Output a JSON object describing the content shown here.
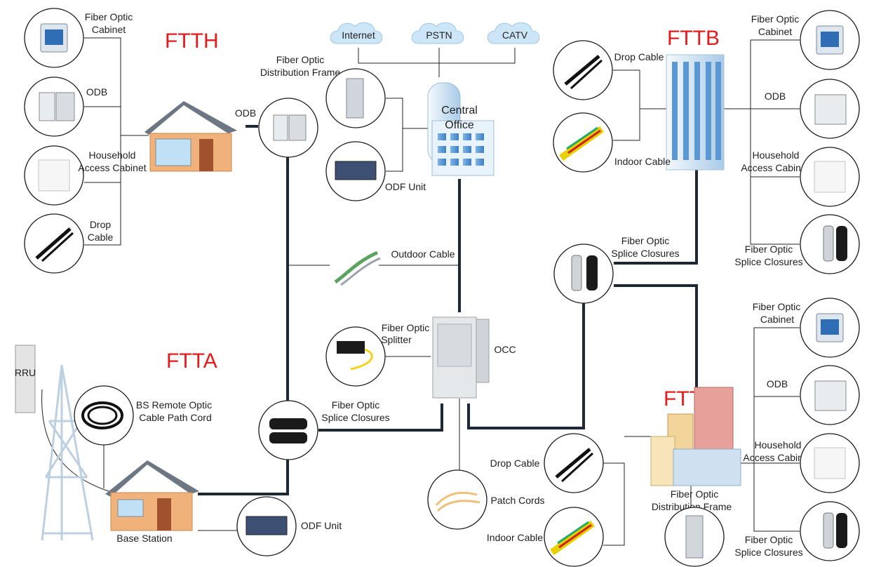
{
  "sections": {
    "ftth": "FTTH",
    "fttb": "FTTB",
    "ftta": "FTTA",
    "fttc": "FTTC"
  },
  "clouds": {
    "internet": "Internet",
    "pstn": "PSTN",
    "catv": "CATV"
  },
  "central_office": {
    "line1": "Central",
    "line2": "Office"
  },
  "ftth": {
    "cabinet": [
      "Fiber Optic",
      "Cabinet"
    ],
    "odb": "ODB",
    "household": [
      "Household",
      "Access Cabinet"
    ],
    "drop": [
      "Drop",
      "Cable"
    ],
    "odb_house": "ODB"
  },
  "co_equipment": {
    "distribution_frame": [
      "Fiber Optic",
      "Distribution Frame"
    ],
    "odf_unit": "ODF Unit"
  },
  "middle": {
    "outdoor_cable": "Outdoor Cable",
    "splitter": [
      "Fiber Optic",
      "Splitter"
    ],
    "occ": "OCC",
    "patch_cords": "Patch Cords"
  },
  "fttb": {
    "drop_cable": "Drop Cable",
    "indoor_cable": "Indoor Cable",
    "cabinet": [
      "Fiber Optic",
      "Cabinet"
    ],
    "odb": "ODB",
    "household": [
      "Household",
      "Access Cabinet"
    ],
    "splice_right": [
      "Fiber Optic",
      "Splice Closures"
    ],
    "splice_mid": [
      "Fiber Optic",
      "Splice Closures"
    ]
  },
  "ftta": {
    "rru": "RRU",
    "bs_cord": [
      "BS Remote Optic",
      "Cable Path Cord"
    ],
    "splice": [
      "Fiber Optic",
      "Splice Closures"
    ],
    "odf_unit": "ODF Unit",
    "base_station": "Base Station"
  },
  "fttc": {
    "cabinet": [
      "Fiber Optic",
      "Cabinet"
    ],
    "odb": "ODB",
    "household": [
      "Household",
      "Access Cabinet"
    ],
    "splice": [
      "Fiber Optic",
      "Splice Closures"
    ],
    "drop_cable": "Drop Cable",
    "indoor_cable": "Indoor Cable",
    "distribution_frame": [
      "Fiber Optic",
      "Distribution Frame"
    ]
  },
  "colors": {
    "section_title": "#e41b1b",
    "trunk_line": "#1d2835",
    "cloud": "#cde6f7",
    "house_wall": "#f0b27a",
    "roof": "#6d7784",
    "building": "#dcecf8"
  }
}
